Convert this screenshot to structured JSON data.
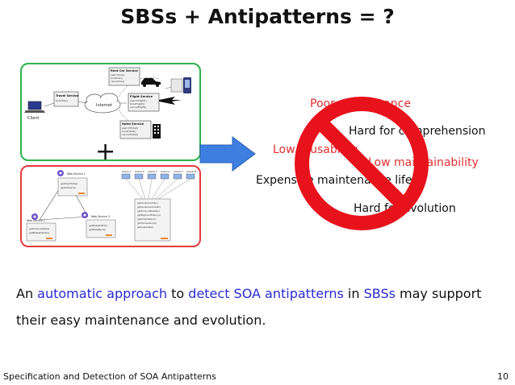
{
  "slide": {
    "title": "SBSs + Antipatterns = ?",
    "plus": "+",
    "diagram_top": {
      "client": "Client",
      "internet": "Internet",
      "services": [
        {
          "name": "Travel Service",
          "ops": [
            "bookTrip()"
          ]
        },
        {
          "name": "Rent Car Service",
          "ops": [
            "searchCar()",
            "bookCar()",
            "cancelCar()"
          ]
        },
        {
          "name": "Flight Service",
          "ops": [
            "searchFlight()",
            "bookFlight()",
            "cancelFlight()"
          ]
        },
        {
          "name": "Hotel Service",
          "ops": [
            "searchHotel()",
            "bookHotel()",
            "cancelHotel()"
          ]
        }
      ]
    },
    "diagram_bottom": {
      "services": [
        {
          "name": "Web Service 1",
          "ops": [
            "getUserData()",
            "getAllUsers()"
          ]
        },
        {
          "name": "Web Service 2",
          "ops": [
            "getInvoiceData()",
            "getRatesDataX()"
          ]
        },
        {
          "name": "Web Service 3",
          "ops": [
            "getRatesData()",
            "getDataById()"
          ]
        }
      ],
      "clients": [
        "Client 1",
        "Client 2",
        "Client 3",
        "Client 4",
        "Client 5",
        "Client N"
      ],
      "hub_ops": [
        "getCustomerInfo()",
        "getCustomerCredit()",
        "getAccountDetails()",
        "getPaymentHistory()",
        "getOrderStatus()",
        "getTransactions()",
        "getLoanData()"
      ]
    },
    "words": {
      "poor_performance": "Poor performance",
      "hard_comprehension": "Hard for comprehension",
      "low_reusability": "Low reusability",
      "low_maintainability": "Low maintainability",
      "expensive_maintenance": "Expensive maintenance life",
      "hard_evolution": "Hard for evolution"
    },
    "body": {
      "p1": "An ",
      "p2": "automatic approach",
      "p3": " to ",
      "p4": "detect SOA antipatterns",
      "p5": " in ",
      "p6": "SBSs",
      "p7": " may support their easy maintenance and evolution."
    },
    "footer": {
      "left": "Specification and Detection of SOA Antipatterns",
      "page": "10"
    },
    "colors": {
      "accent_blue": "#2a2ad4",
      "red": "#e03030",
      "green_frame": "#2db34a",
      "red_frame": "#e43b3b",
      "arrow_blue": "#3d7fe0"
    }
  }
}
